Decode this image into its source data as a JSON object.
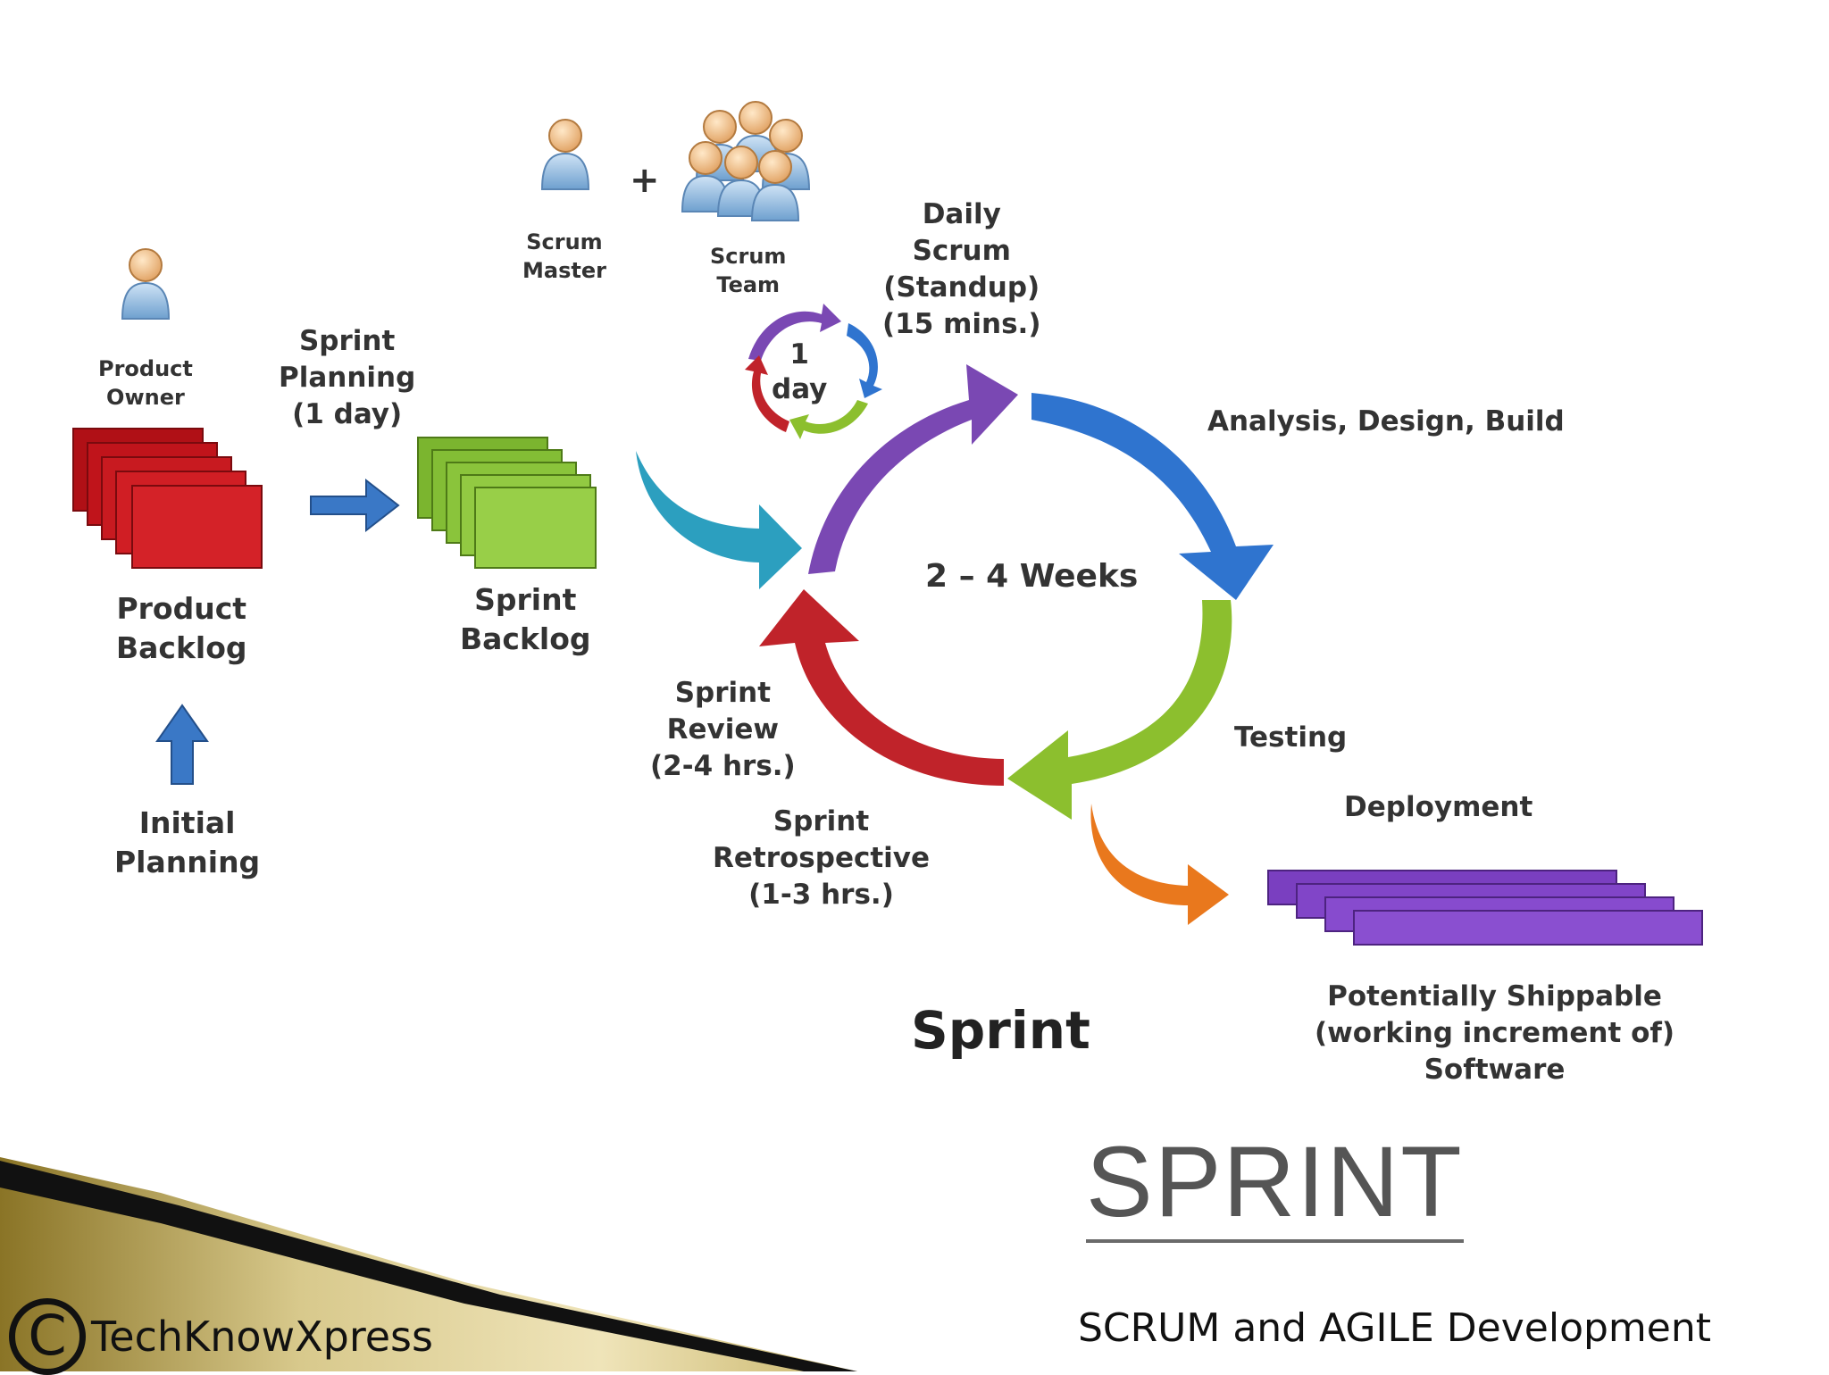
{
  "roles": {
    "product_owner": [
      "Product",
      "Owner"
    ],
    "scrum_master": [
      "Scrum",
      "Master"
    ],
    "scrum_team": [
      "Scrum",
      "Team"
    ],
    "plus": "+"
  },
  "artifacts": {
    "product_backlog": [
      "Product",
      "Backlog"
    ],
    "sprint_backlog": [
      "Sprint",
      "Backlog"
    ],
    "shippable": [
      "Potentially Shippable",
      "(working increment of)",
      "Software"
    ]
  },
  "events": {
    "initial_planning": [
      "Initial",
      "Planning"
    ],
    "sprint_planning": [
      "Sprint",
      "Planning",
      "(1 day)"
    ],
    "daily_scrum": [
      "Daily",
      "Scrum",
      "(Standup)",
      "(15 mins.)"
    ],
    "one_day": [
      "1",
      "day"
    ],
    "sprint_review": [
      "Sprint",
      "Review",
      "(2-4 hrs.)"
    ],
    "sprint_retrospective": [
      "Sprint",
      "Retrospective",
      "(1-3 hrs.)"
    ]
  },
  "cycle": {
    "center": "2 – 4 Weeks",
    "analysis": "Analysis, Design, Build",
    "testing": "Testing",
    "deployment": "Deployment"
  },
  "diagram_caption": "Sprint",
  "slide_title": "SPRINT",
  "footer": {
    "copyright_symbol": "C",
    "brand": "TechKnowXpress",
    "course": "SCRUM and AGILE Development"
  },
  "colors": {
    "backlog_red": "#c0141b",
    "sprint_green": "#86c23a",
    "arrow_purple": "#7a48b3",
    "arrow_blue": "#2f74cf",
    "arrow_green": "#8cbf2e",
    "arrow_red": "#c0232a",
    "arrow_teal": "#2c9fbf",
    "arrow_orange": "#e9781d",
    "shippable_purple": "#8a4fd0"
  }
}
